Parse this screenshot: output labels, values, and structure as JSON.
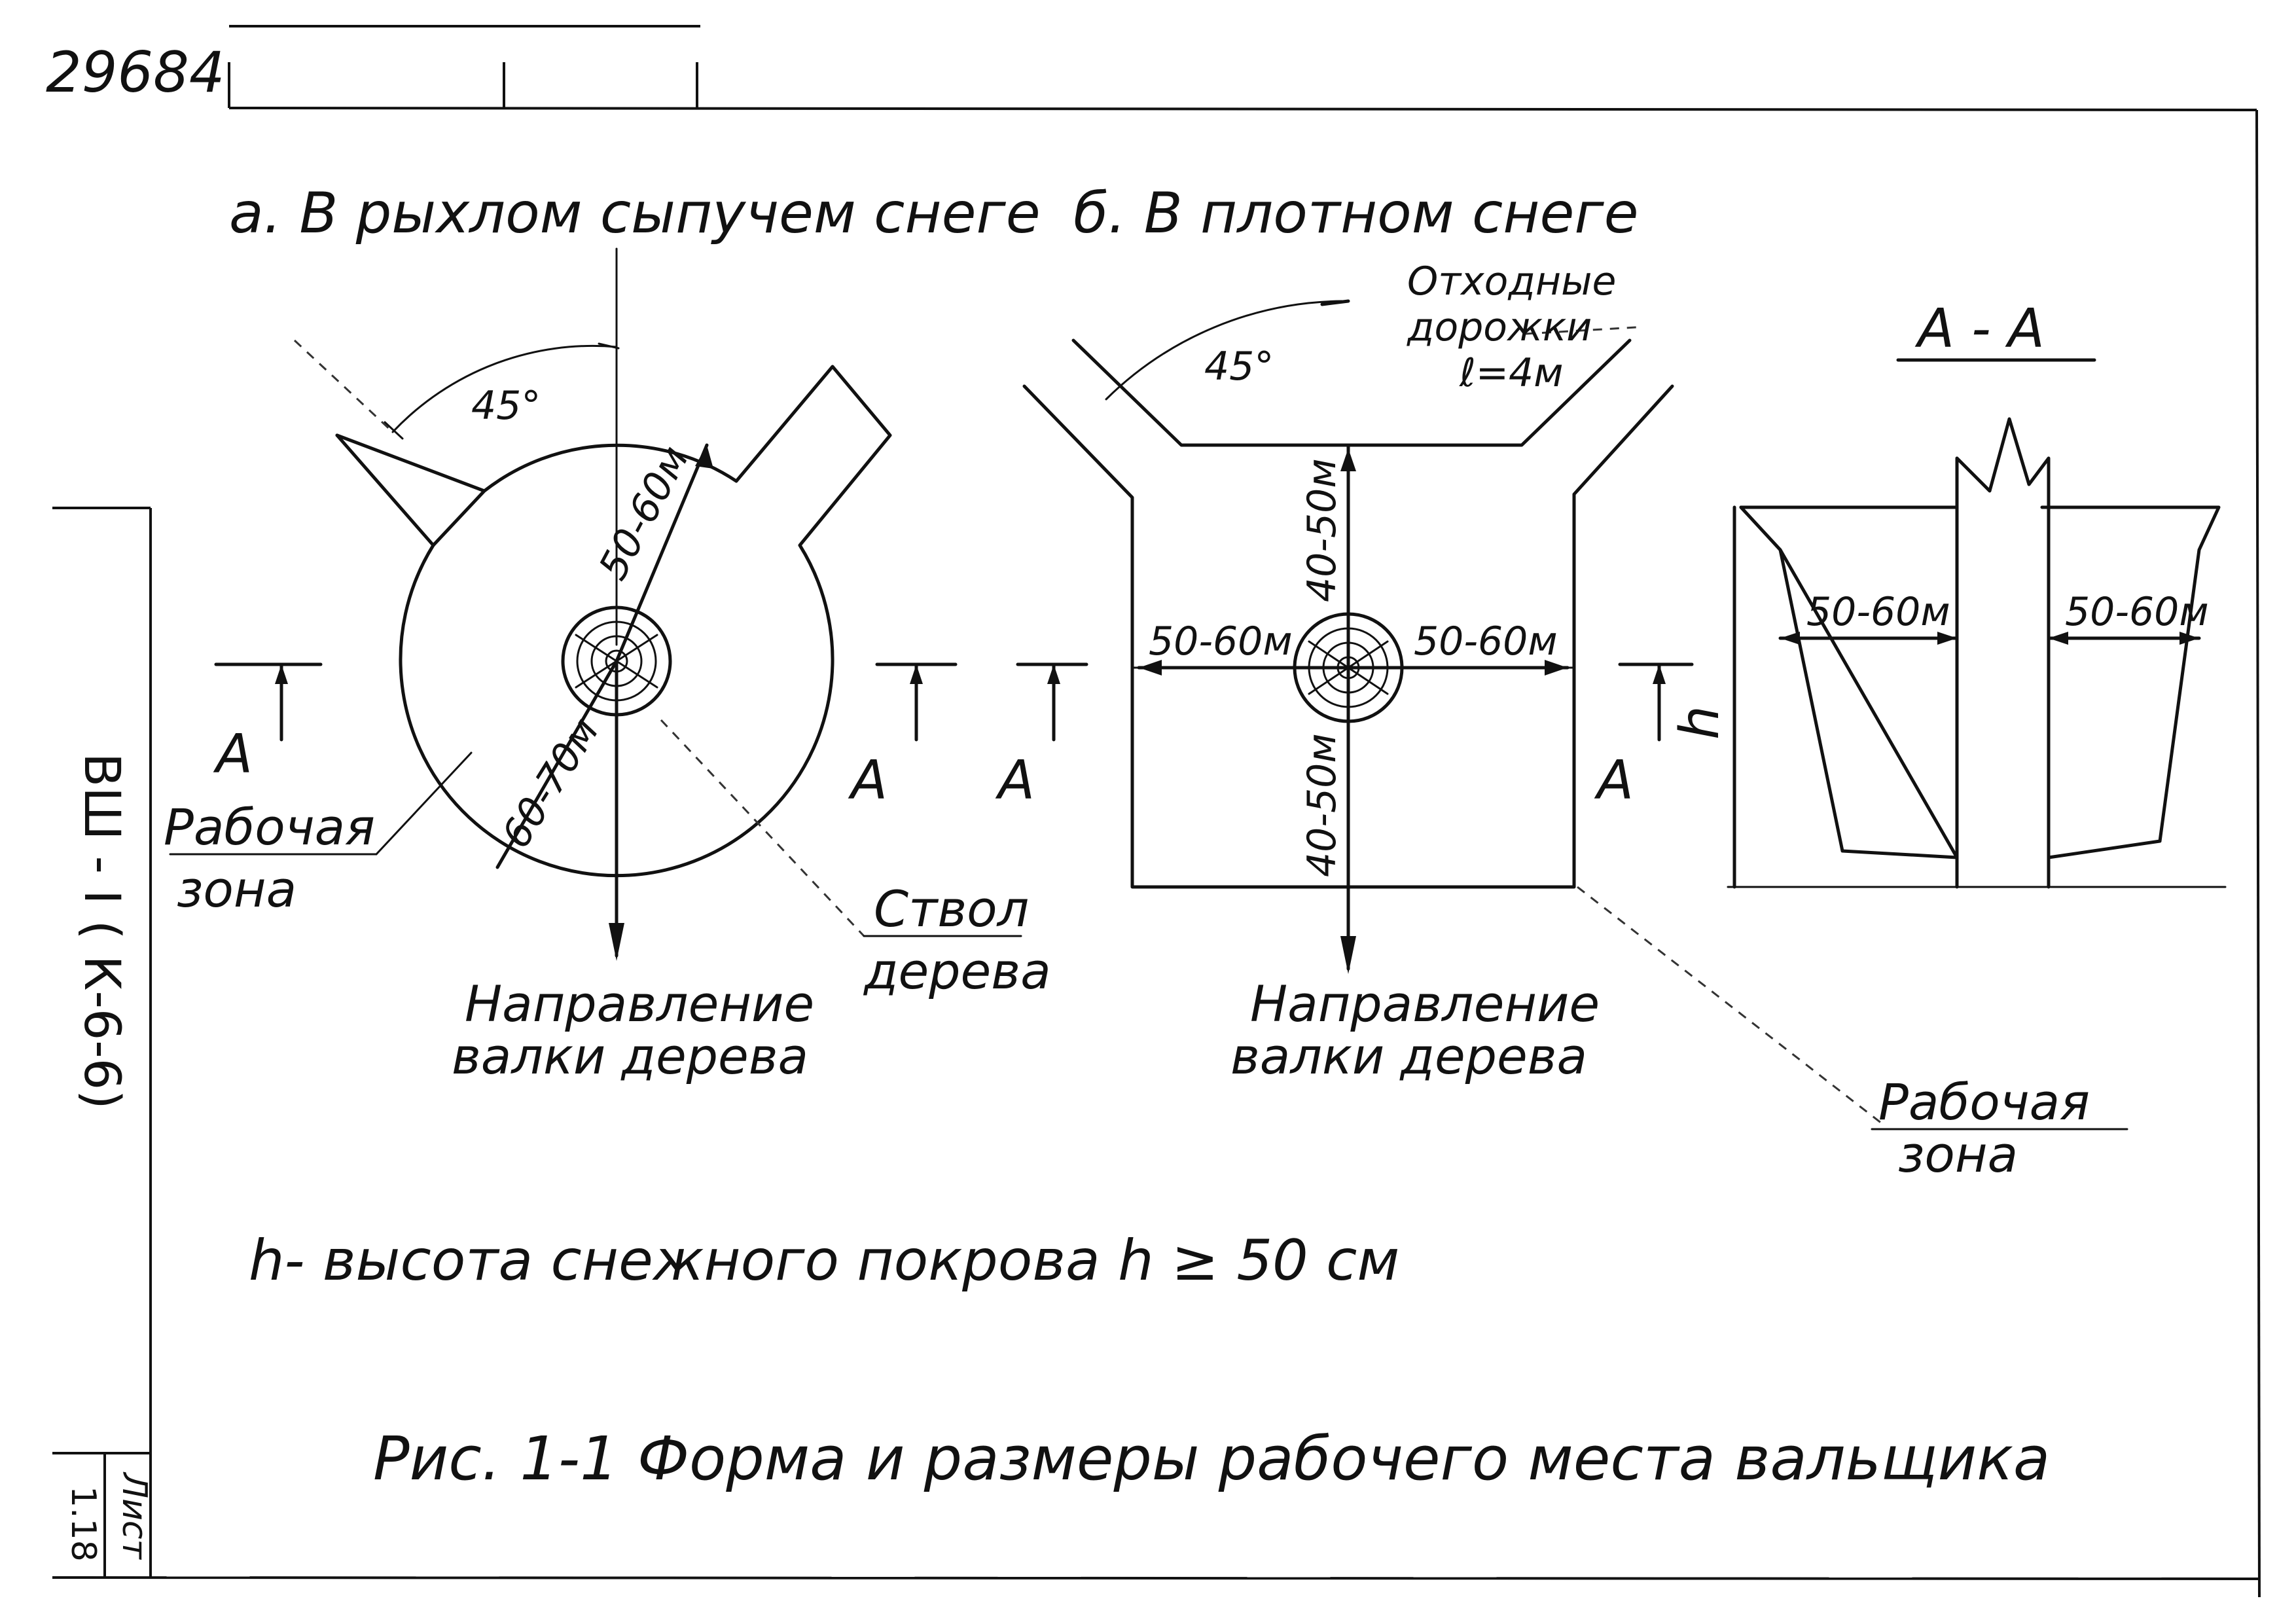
{
  "doc_number": "29684",
  "side_stamp": "ВШ - I ( К-6-6)",
  "sheet_label": "Лист",
  "sheet_number": "1.18",
  "caption": "Рис. 1-1 Форма и размеры рабочего места вальщика",
  "snow_note": "h- высота снежного покрова h ≥ 50 см",
  "panel_a": {
    "title": "а. В рыхлом сыпучем снеге",
    "angle": "45°",
    "radius_upper": "50-60м",
    "radius_lower": "60-70м",
    "section_left": "А",
    "section_right": "А",
    "work_zone_1": "Рабочая",
    "work_zone_2": "зона",
    "trunk_1": "Ствол",
    "trunk_2": "дерева",
    "direction_1": "Направление",
    "direction_2": "валки дерева"
  },
  "panel_b": {
    "title": "б. В плотном снеге",
    "angle": "45°",
    "paths_1": "Отходные",
    "paths_2": "дорожки",
    "paths_3": "ℓ=4м",
    "dim_up": "40-50м",
    "dim_left": "50-60м",
    "dim_right": "50-60м",
    "dim_down": "40-50м",
    "section_left": "А",
    "section_right": "А",
    "direction_1": "Направление",
    "direction_2": "валки дерева",
    "work_zone_1": "Рабочая",
    "work_zone_2": "зона"
  },
  "section_aa": {
    "title": "А - А",
    "dim_left": "50-60м",
    "dim_right": "50-60м",
    "height_symbol": "h"
  }
}
